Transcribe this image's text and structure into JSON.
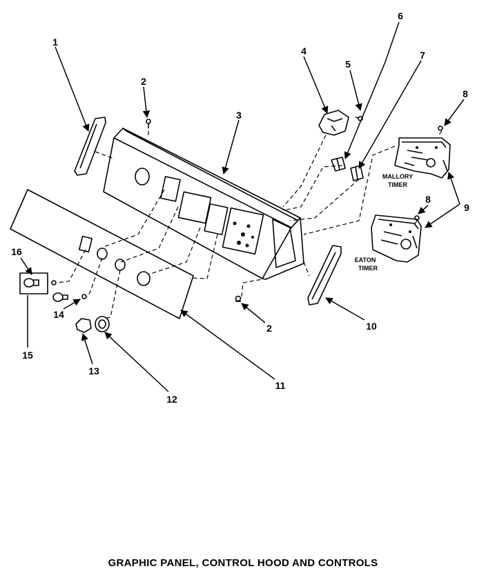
{
  "caption": "GRAPHIC PANEL, CONTROL HOOD AND CONTROLS",
  "part_numbers": [
    "1",
    "2",
    "3",
    "4",
    "5",
    "6",
    "7",
    "8",
    "8",
    "9",
    "2",
    "10",
    "11",
    "12",
    "13",
    "14",
    "15",
    "16"
  ],
  "labels": {
    "mallory_1": "MALLORY",
    "mallory_2": "TIMER",
    "eaton_1": "EATON",
    "eaton_2": "TIMER"
  }
}
